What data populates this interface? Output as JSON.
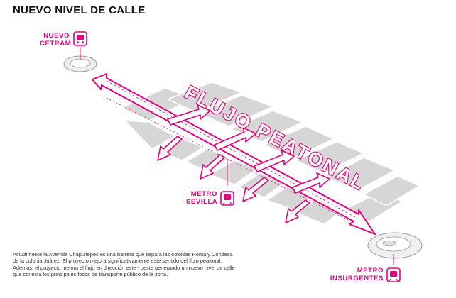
{
  "title": "NUEVO NIVEL DE CALLE",
  "flow_label": "FLUJO PEATONAL",
  "stations": {
    "cetram": {
      "line1": "NUEVO",
      "line2": "CETRAM",
      "icon": "bus-icon"
    },
    "sevilla": {
      "line1": "METRO",
      "line2": "SEVILLA",
      "icon": "metro-icon"
    },
    "insurgentes": {
      "line1": "METRO",
      "line2": "INSURGENTES",
      "icon": "metro-icon"
    }
  },
  "caption": "Actualmente la Avenida Chapultepec es una barrera que separa las colonias Roma y Condesa de la colonia Juárez. El proyecto mejora significativamente este sentido del flujo peatonal. Además, el proyecto mejora el flujo en dirección este - oeste generando un nuevo nivel de calle que conecta los principales focos de transporte público de la zona.",
  "colors": {
    "accent": "#e5007e",
    "blocks": "#d6d6d6",
    "block_edge": "#ffffff",
    "text": "#111111"
  }
}
